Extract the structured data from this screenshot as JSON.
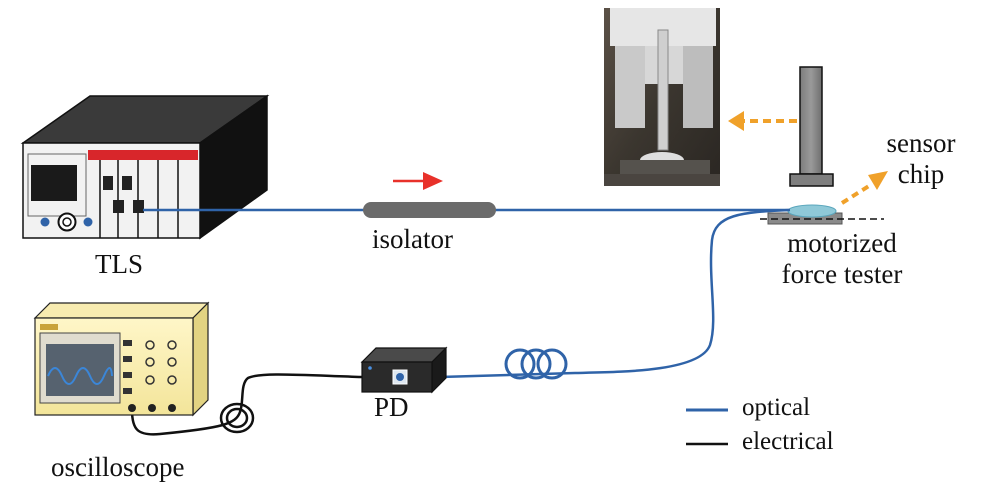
{
  "labels": {
    "tls": "TLS",
    "isolator": "isolator",
    "sensor_line1": "sensor",
    "sensor_line2": "chip",
    "motorized_line1": "motorized",
    "motorized_line2": "force tester",
    "pd": "PD",
    "oscilloscope": "oscilloscope"
  },
  "legend": {
    "optical": "optical",
    "electrical": "electrical"
  },
  "colors": {
    "optical_fiber": "#2f63a8",
    "electrical_wire": "#111111",
    "direction_arrow": "#e8312a",
    "guide_arrow": "#f0a12a",
    "isolator_body": "#6b6b6b",
    "sensor_chip": "#8fc9d8"
  }
}
